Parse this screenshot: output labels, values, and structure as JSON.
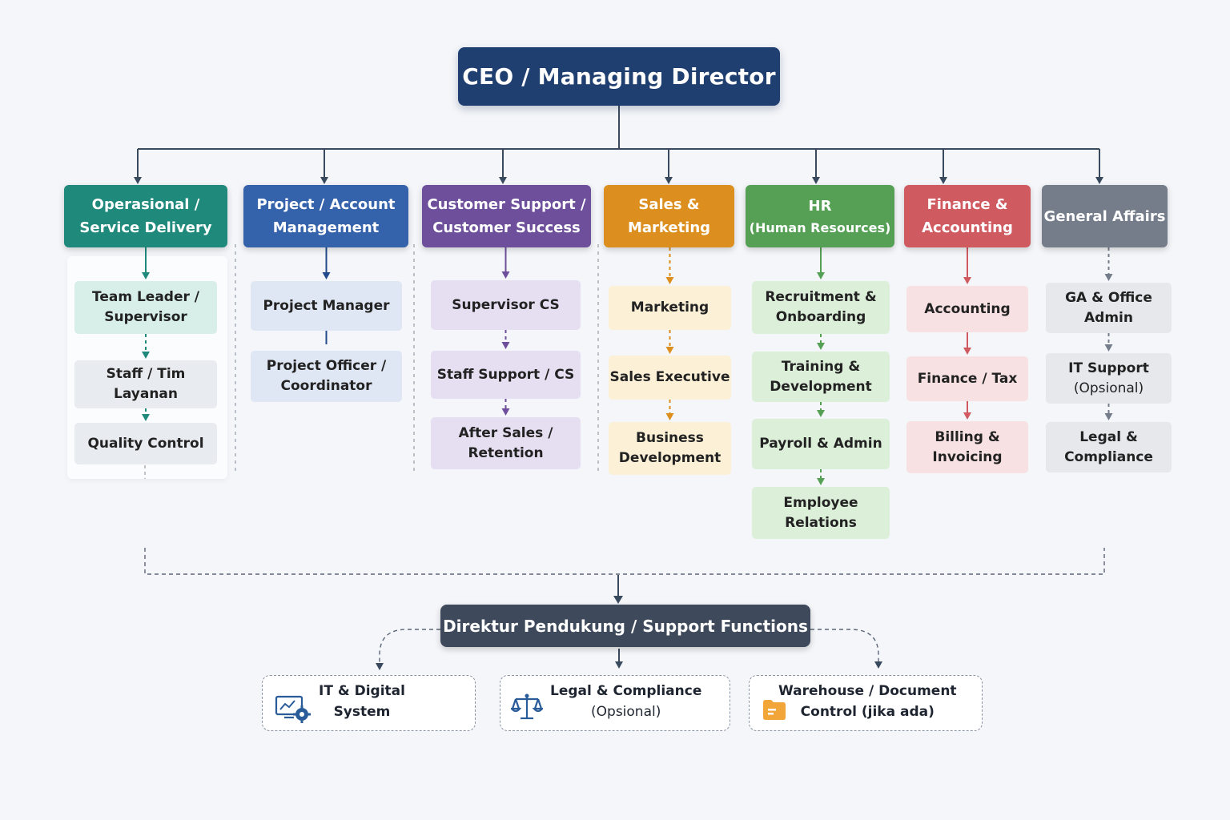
{
  "ceo": {
    "label": "CEO / Managing Director"
  },
  "depts": [
    {
      "id": "ops",
      "title": [
        "Operasional /",
        "Service Delivery"
      ],
      "color": "#1f8a7c",
      "light": "#d8efe9",
      "arrow_color": "#1f8a7c",
      "children": [
        [
          "Team Leader /",
          "Supervisor"
        ],
        [
          "Staff / Tim",
          "Layanan"
        ],
        [
          "Quality Control"
        ]
      ],
      "child_colors": [
        "#d8efe9",
        "#e8ebef",
        "#e8ebef"
      ]
    },
    {
      "id": "pam",
      "title": [
        "Project / Account",
        "Management"
      ],
      "color": "#3462ab",
      "light": "#dfe7f4",
      "arrow_color": "#234a8a",
      "children": [
        [
          "Project Manager"
        ],
        [
          "Project Officer /",
          "Coordinator"
        ]
      ],
      "child_colors": [
        "#dfe7f4",
        "#dfe7f4"
      ]
    },
    {
      "id": "cs",
      "title": [
        "Customer Support /",
        "Customer Success"
      ],
      "color": "#6d4f9c",
      "light": "#e6def1",
      "arrow_color": "#6d4f9c",
      "children": [
        [
          "Supervisor CS"
        ],
        [
          "Staff Support / CS"
        ],
        [
          "After Sales /",
          "Retention"
        ]
      ],
      "child_colors": [
        "#e6def1",
        "#e6def1",
        "#e6def1"
      ]
    },
    {
      "id": "sales",
      "title": [
        "Sales &",
        "Marketing"
      ],
      "color": "#dc8f1e",
      "light": "#fcf0d7",
      "arrow_color": "#dc8f1e",
      "children": [
        [
          "Marketing"
        ],
        [
          "Sales Executive"
        ],
        [
          "Business",
          "Development"
        ]
      ],
      "child_colors": [
        "#fcf0d7",
        "#fcf0d7",
        "#fcf0d7"
      ]
    },
    {
      "id": "hr",
      "title": [
        "HR",
        "(Human Resources)"
      ],
      "color": "#56a056",
      "light": "#dcefd9",
      "arrow_color": "#56a056",
      "children": [
        [
          "Recruitment &",
          "Onboarding"
        ],
        [
          "Training &",
          "Development"
        ],
        [
          "Payroll & Admin"
        ],
        [
          "Employee",
          "Relations"
        ]
      ],
      "child_colors": [
        "#dcefd9",
        "#dcefd9",
        "#dcefd9",
        "#dcefd9"
      ]
    },
    {
      "id": "fin",
      "title": [
        "Finance &",
        "Accounting"
      ],
      "color": "#cf5b61",
      "light": "#f7e1e2",
      "arrow_color": "#cf5b61",
      "children": [
        [
          "Accounting"
        ],
        [
          "Finance / Tax"
        ],
        [
          "Billing &",
          "Invoicing"
        ]
      ],
      "child_colors": [
        "#f7e1e2",
        "#f7e1e2",
        "#f7e1e2"
      ]
    },
    {
      "id": "ga",
      "title": [
        "General Affairs"
      ],
      "color": "#757c8a",
      "light": "#e6e8ec",
      "arrow_color": "#757c8a",
      "children": [
        [
          "GA & Office",
          "Admin"
        ],
        [
          "IT Support",
          "(Opsional)"
        ],
        [
          "Legal &",
          "Compliance"
        ]
      ],
      "child_colors": [
        "#e6e8ec",
        "#e6e8ec",
        "#e6e8ec"
      ]
    }
  ],
  "support": {
    "label": "Direktur Pendukung / Support Functions",
    "items": [
      {
        "id": "it",
        "icon": "monitor-gear-icon",
        "lines": [
          "IT & Digital",
          "System"
        ]
      },
      {
        "id": "legal",
        "icon": "scales-icon",
        "lines": [
          "Legal & Compliance",
          "(Opsional)"
        ]
      },
      {
        "id": "wh",
        "icon": "folder-icon",
        "lines": [
          "Warehouse / Document",
          "Control (jika ada)"
        ]
      }
    ]
  }
}
